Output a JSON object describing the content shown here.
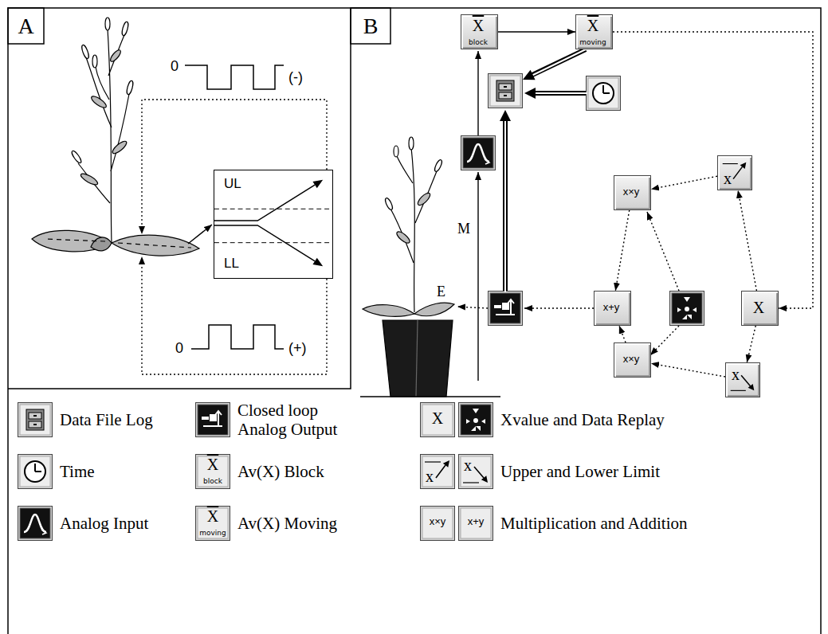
{
  "diagram": {
    "nodes": [
      {
        "text": [
          "UL",
          "LL"
        ]
      },
      {
        "text": [
          "X",
          "block"
        ]
      },
      {
        "text": [
          "X",
          "moving"
        ]
      },
      {
        "text": [
          "x"
        ]
      },
      {
        "text": [
          "x×y"
        ]
      },
      {
        "text": [
          "x+y"
        ]
      },
      {
        "text": [
          "X"
        ]
      },
      {
        "text": [
          "x×y"
        ]
      },
      {
        "text": [
          "x"
        ]
      }
    ],
    "edges": [
      {
        "from": 1,
        "to": 2,
        "arrow": "to"
      },
      {
        "from": 2,
        "to": 6,
        "arrow": "to"
      },
      {
        "from": 6,
        "to": 3,
        "arrow": "to"
      },
      {
        "from": 6,
        "to": 8,
        "arrow": "to"
      },
      {
        "from": 3,
        "to": 4,
        "arrow": "to"
      },
      {
        "from": 8,
        "to": 7,
        "arrow": "to"
      },
      {
        "from": 4,
        "to": 5,
        "arrow": "to"
      },
      {
        "from": 7,
        "to": 5,
        "arrow": "to"
      }
    ],
    "labels": [
      "A",
      "B",
      "0",
      "(-)",
      "0",
      "(+)",
      "M",
      "E",
      "X",
      "X",
      "block",
      "x",
      "x",
      "X",
      "moving",
      "x×y",
      "x+y"
    ],
    "legend": [
      {
        "text": "Data File Log"
      },
      {
        "text": "Closed loop Analog Output"
      },
      {
        "text": "Xvalue and Data Replay"
      },
      {
        "text": "Time"
      },
      {
        "text": "Av(X) Block"
      },
      {
        "text": "Upper and Lower Limit"
      },
      {
        "text": "Analog Input"
      },
      {
        "text": "Av(X) Moving"
      },
      {
        "text": "Multiplication and Addition"
      }
    ]
  }
}
